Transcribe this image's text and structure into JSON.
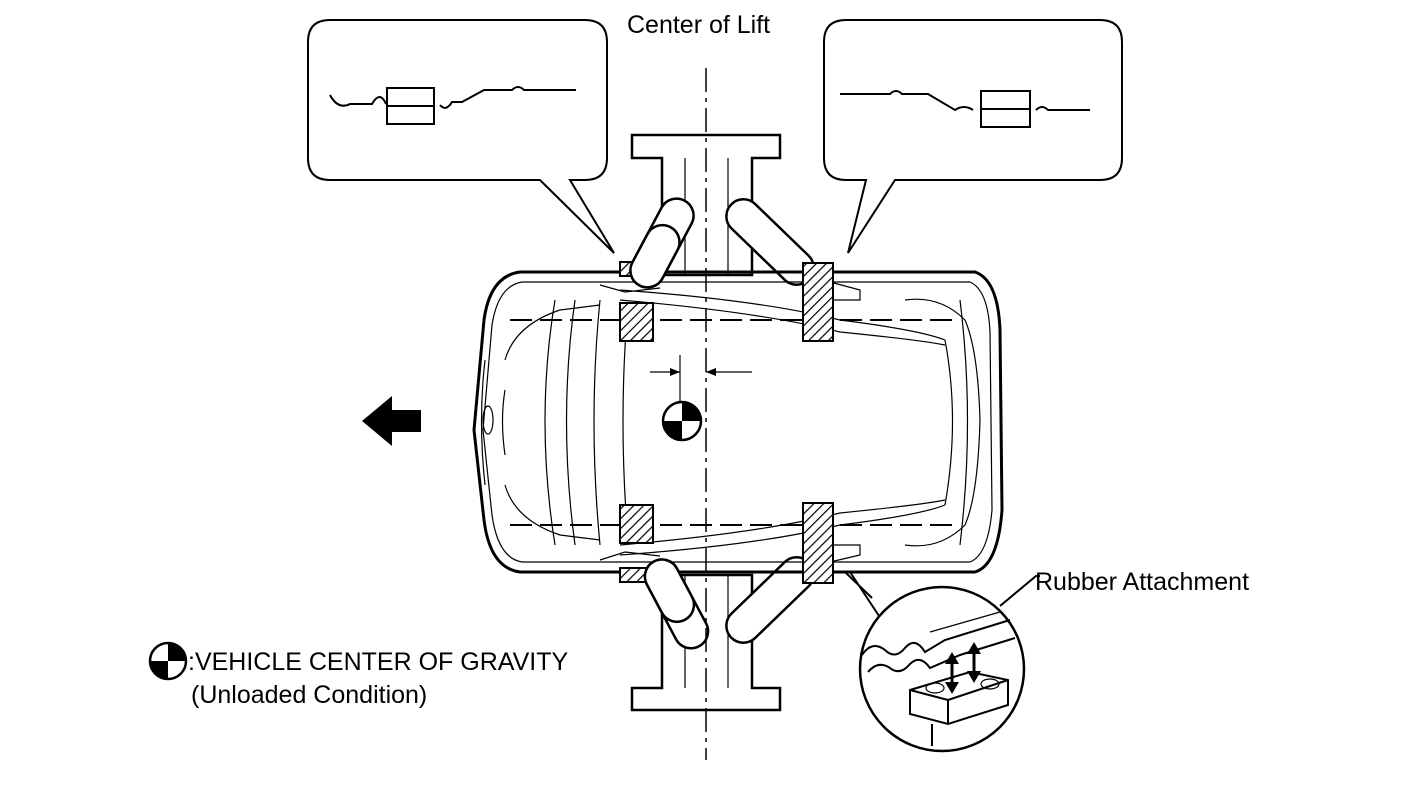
{
  "labels": {
    "center_of_lift": "Center of Lift",
    "rubber_attachment": "Rubber Attachment",
    "legend_title": ":VEHICLE CENTER OF GRAVITY",
    "legend_sub": "(Unloaded Condition)"
  },
  "icons": {
    "cog_symbol": "center-of-gravity-icon",
    "direction": "arrow-left-icon"
  },
  "colors": {
    "line": "#000000",
    "background": "#ffffff"
  }
}
